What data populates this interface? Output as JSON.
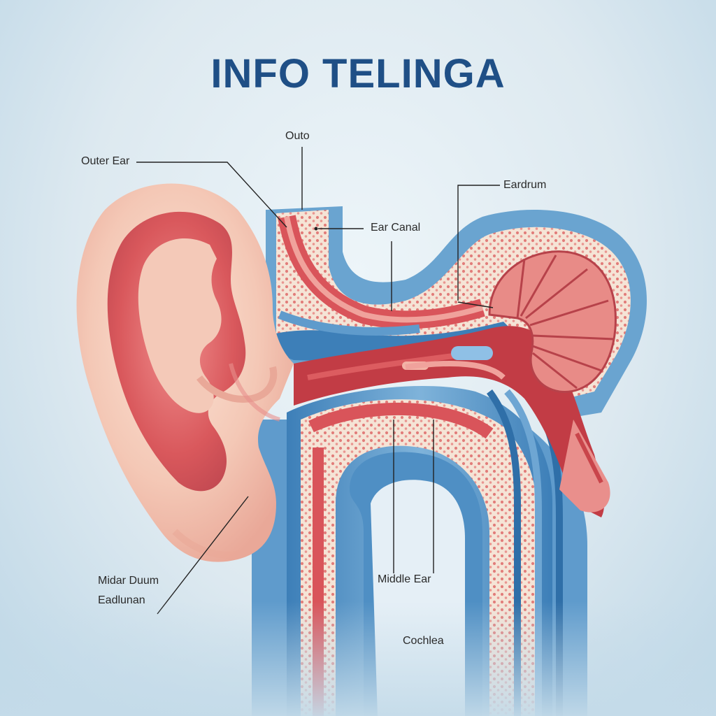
{
  "title": "INFO TELINGA",
  "labels": {
    "outo": "Outo",
    "outer_ear": "Outer Ear",
    "ear_canal": "Ear Canal",
    "eardrum": "Eardrum",
    "midar_line1": "Midar Duum",
    "midar_line2": "Eadlunan",
    "middle_ear": "Middle Ear",
    "cochlea": "Cochlea"
  },
  "colors": {
    "title": "#1f4f86",
    "skin": "#f2c6b4",
    "flesh_red": "#d9545a",
    "tissue_blue": "#4f8fc4",
    "bone_cream": "#f3e1d1"
  }
}
